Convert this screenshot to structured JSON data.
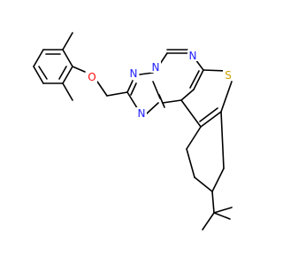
{
  "structure": {
    "atoms": [
      {
        "id": "o1",
        "symbol": "O",
        "color": "#ff0d0d"
      },
      {
        "id": "n1",
        "symbol": "N",
        "color": "#2020ff"
      },
      {
        "id": "n2",
        "symbol": "N",
        "color": "#2020ff"
      },
      {
        "id": "n3",
        "symbol": "N",
        "color": "#2020ff"
      },
      {
        "id": "n4",
        "symbol": "N",
        "color": "#2020ff"
      },
      {
        "id": "s1",
        "symbol": "S",
        "color": "#c8a000"
      }
    ]
  }
}
